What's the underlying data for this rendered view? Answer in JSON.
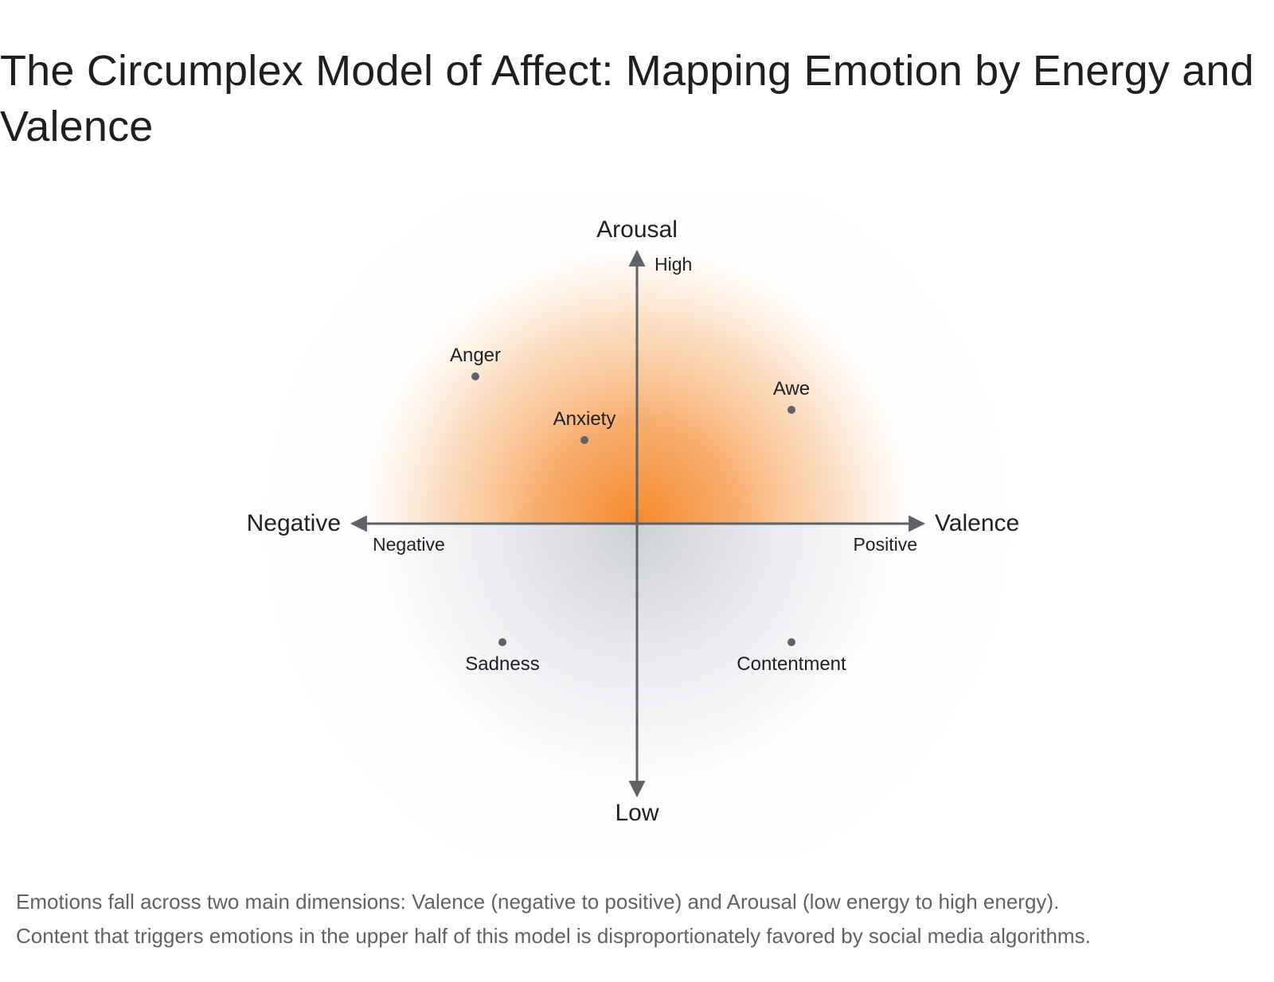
{
  "title": "The Circumplex Model of Affect: Mapping Emotion by Energy and Valence",
  "diagram": {
    "vertical_axis": {
      "name": "Arousal",
      "top_end": "High",
      "bottom_end": "Low"
    },
    "horizontal_axis": {
      "name": "Valence",
      "left_end_outer": "Negative",
      "left_end_inner": "Negative",
      "right_end_inner": "Positive"
    },
    "emotions": [
      {
        "label": "Anger",
        "quadrant": "high-negative"
      },
      {
        "label": "Anxiety",
        "quadrant": "high-negative"
      },
      {
        "label": "Awe",
        "quadrant": "high-positive"
      },
      {
        "label": "Sadness",
        "quadrant": "low-negative"
      },
      {
        "label": "Contentment",
        "quadrant": "low-positive"
      }
    ],
    "colors": {
      "high_arousal_glow": "#f5892b",
      "low_arousal_glow": "#c8cbd2",
      "axis": "#5f6368",
      "point": "#5f6368"
    }
  },
  "caption": {
    "line1": "Emotions fall across two main dimensions: Valence (negative to positive) and Arousal (low energy to high energy).",
    "line2": "Content that triggers emotions in the upper half of this model is disproportionately favored by social media algorithms."
  }
}
